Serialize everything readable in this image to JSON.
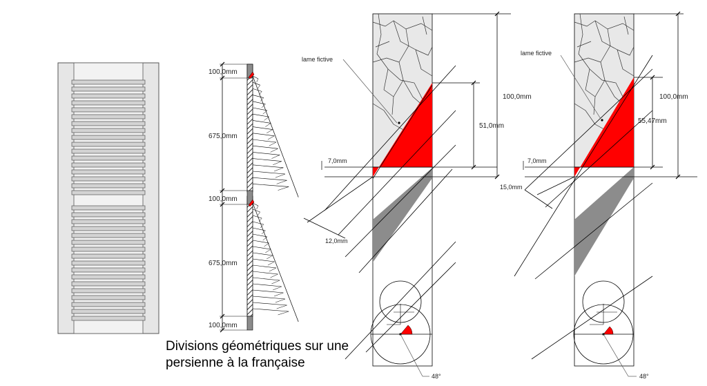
{
  "title": {
    "line1": "Divisions géométriques sur une",
    "line2": "persienne à la française"
  },
  "labels": {
    "top_band": "100,0mm",
    "upper_panel": "675,0mm",
    "middle_band": "100,0mm",
    "lower_panel": "675,0mm",
    "bottom_band": "100,0mm",
    "lame_fictive_1": "lame fictive",
    "lame_fictive_2": "lame fictive",
    "height_1": "100,0mm",
    "height_2": "100,0mm",
    "slat_rise_1": "51,0mm",
    "slat_rise_2": "55,47mm",
    "gap_1": "7,0mm",
    "gap_2": "7,0mm",
    "width_1": "12,0mm",
    "width_2": "15,0mm",
    "angle_1": "48°",
    "angle_2": "48°"
  },
  "colors": {
    "frame_fill": "#e6e6e6",
    "slat_fill": "#d3d3d3",
    "stone_fill": "#e8e8e8",
    "slat_red": "#ff0000",
    "slat_grey": "#8c8c8c",
    "line": "#000000"
  }
}
